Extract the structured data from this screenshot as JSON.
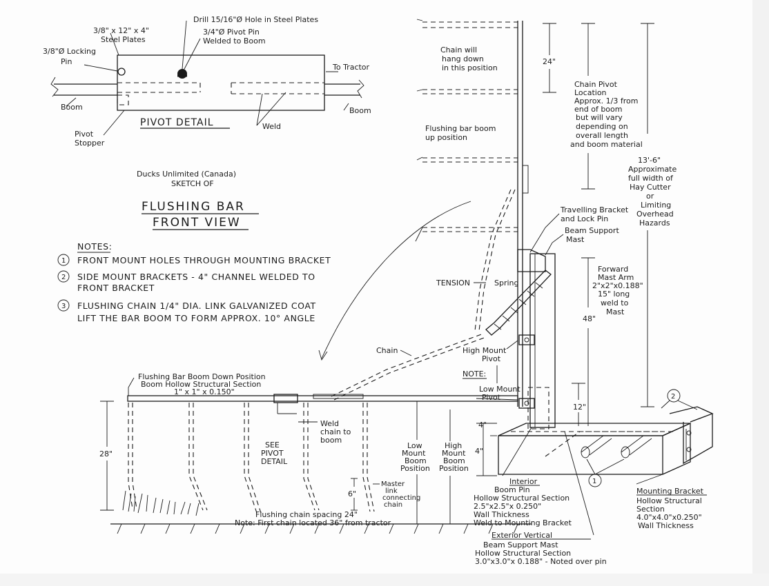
{
  "pivot_detail": {
    "plates": "3/8\" x 12\" x 4\"",
    "plates_2": "Steel Plates",
    "drill": "Drill 15/16\"Ø Hole in Steel Plates",
    "pivot_pin": "3/4\"Ø Pivot Pin",
    "pivot_pin_2": "Welded to Boom",
    "locking": "3/8\"Ø Locking",
    "locking_2": "Pin",
    "to_tractor": "To Tractor",
    "boom_left": "Boom",
    "boom_right": "Boom",
    "weld": "Weld",
    "stopper": "Pivot",
    "stopper_2": "Stopper",
    "title": "PIVOT DETAIL"
  },
  "heading": {
    "org": "Ducks Unlimited (Canada)",
    "sketch": "SKETCH OF",
    "title_1": "FLUSHING BAR",
    "title_2": "FRONT VIEW"
  },
  "notes": {
    "heading": "NOTES:",
    "items": [
      {
        "num": "1",
        "line1": "FRONT MOUNT HOLES THROUGH MOUNTING BRACKET",
        "line2": ""
      },
      {
        "num": "2",
        "line1": "SIDE MOUNT BRACKETS - 4\" CHANNEL WELDED TO",
        "line2": "FRONT BRACKET"
      },
      {
        "num": "3",
        "line1": "FLUSHING CHAIN 1/4\" DIA. LINK GALVANIZED COAT",
        "line2": "LIFT THE BAR BOOM TO FORM APPROX. 10° ANGLE"
      }
    ]
  },
  "right_labels": {
    "chain_hang_1": "Chain will",
    "chain_hang_2": "hang down",
    "chain_hang_3": "in this position",
    "dim_24": "24\"",
    "chain_pivot": [
      "Chain Pivot",
      "Location",
      "Approx. 1/3 from",
      "end of boom",
      "but will vary",
      "depending on",
      "overall length",
      "and boom material"
    ],
    "boom_up_1": "Flushing bar boom",
    "boom_up_2": "up position",
    "width": [
      "13'-6\"",
      "Approximate",
      "full width of",
      "Hay Cutter",
      "or",
      "Limiting",
      "Overhead",
      "Hazards"
    ],
    "travelling_1": "Travelling Bracket",
    "travelling_2": "and Lock Pin",
    "beam_support_1": "Beam Support",
    "beam_support_2": "Mast",
    "forward": [
      "Forward",
      "Mast Arm",
      "2\"x2\"x0.188\"",
      "15\" long",
      "weld to",
      "Mast"
    ],
    "tension": "TENSION",
    "spring": "Spring",
    "dim_48": "48\"",
    "chain": "Chain",
    "high_mount_1": "High Mount",
    "high_mount_2": "Pivot",
    "note_small": "NOTE:",
    "low_mount_1": "Low Mount",
    "low_mount_2": "Pivot",
    "dim_12": "12\"",
    "circle_2": "2"
  },
  "bottom_labels": {
    "boom_down_1": "Flushing Bar Boom Down Position",
    "boom_down_2": "Boom Hollow Structural Section",
    "boom_down_3": "1\" x 1\" x 0.150\"",
    "dim_28": "28\"",
    "see_1": "SEE",
    "see_2": "PIVOT",
    "see_3": "DETAIL",
    "weld_1": "Weld",
    "weld_2": "chain to",
    "weld_3": "boom",
    "low_pos": [
      "Low",
      "Mount",
      "Boom",
      "Position"
    ],
    "high_pos": [
      "High",
      "Mount",
      "Boom",
      "Position"
    ],
    "dim_6": "6\"",
    "master": [
      "Master",
      "link",
      "connecting",
      "chain"
    ],
    "spacing_1": "Flushing chain spacing 24\"",
    "spacing_2": "Note: First chain located 36\" from tractor",
    "dim_4a": "4\"",
    "dim_4b": "4\"",
    "interior": [
      "Interior",
      "Boom Pin",
      "Hollow Structural Section",
      "2.5\"x2.5\"x 0.250\"",
      "Wall Thickness",
      "Weld to Mounting Bracket"
    ],
    "exterior": [
      "Exterior Vertical",
      "Beam Support Mast",
      "Hollow Structural Section",
      "3.0\"x3.0\"x 0.188\" - Noted over pin"
    ],
    "mounting": [
      "Mounting Bracket",
      "Hollow Structural",
      "Section",
      "4.0\"x4.0\"x0.250\"",
      "Wall Thickness"
    ],
    "circle_1": "1"
  }
}
